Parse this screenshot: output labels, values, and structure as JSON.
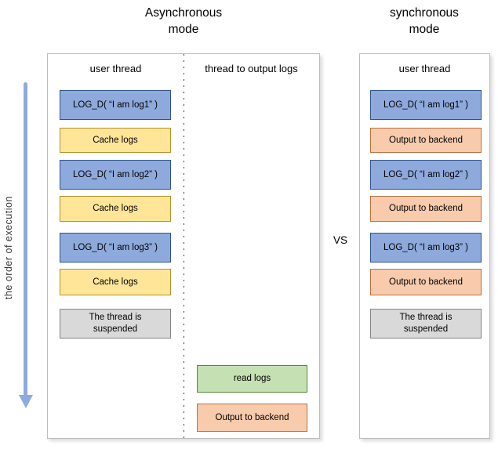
{
  "titles": {
    "left": "Asynchronous\nmode",
    "right": "synchronous\nmode"
  },
  "vs_label": "VS",
  "execution_axis": {
    "label": "the order of execution",
    "direction": "downward"
  },
  "left_panel": {
    "columns": [
      {
        "header": "user thread"
      },
      {
        "header": "thread to output logs"
      }
    ],
    "user_thread_boxes": [
      {
        "label": "LOG_D( “I am log1” )",
        "type": "blue"
      },
      {
        "label": "Cache logs",
        "type": "yellow"
      },
      {
        "label": "LOG_D( “I am log2” )",
        "type": "blue"
      },
      {
        "label": "Cache logs",
        "type": "yellow"
      },
      {
        "label": "LOG_D( “I am log3” )",
        "type": "blue"
      },
      {
        "label": "Cache logs",
        "type": "yellow"
      },
      {
        "label": "The thread is\nsuspended",
        "type": "gray"
      }
    ],
    "output_thread_boxes": [
      {
        "label": "read logs",
        "type": "green"
      },
      {
        "label": "Output to backend",
        "type": "orange"
      }
    ]
  },
  "right_panel": {
    "header": "user thread",
    "boxes": [
      {
        "label": "LOG_D( “I am log1” )",
        "type": "blue"
      },
      {
        "label": "Output to backend",
        "type": "orange"
      },
      {
        "label": "LOG_D( “I am log2” )",
        "type": "blue"
      },
      {
        "label": "Output to backend",
        "type": "orange"
      },
      {
        "label": "LOG_D( “I am log3” )",
        "type": "blue"
      },
      {
        "label": "Output to backend",
        "type": "orange"
      },
      {
        "label": "The thread is\nsuspended",
        "type": "gray"
      }
    ]
  },
  "colors": {
    "log_call_fill": "#8EA9DB",
    "log_call_border": "#30538E",
    "cache_fill": "#FFE598",
    "cache_border": "#B3912C",
    "output_fill": "#F8CBAD",
    "output_border": "#BC6F3F",
    "read_fill": "#C5E0B3",
    "read_border": "#56863A",
    "suspended_fill": "#D9D9D9",
    "suspended_border": "#848484",
    "arrow": "#8FAADC"
  }
}
